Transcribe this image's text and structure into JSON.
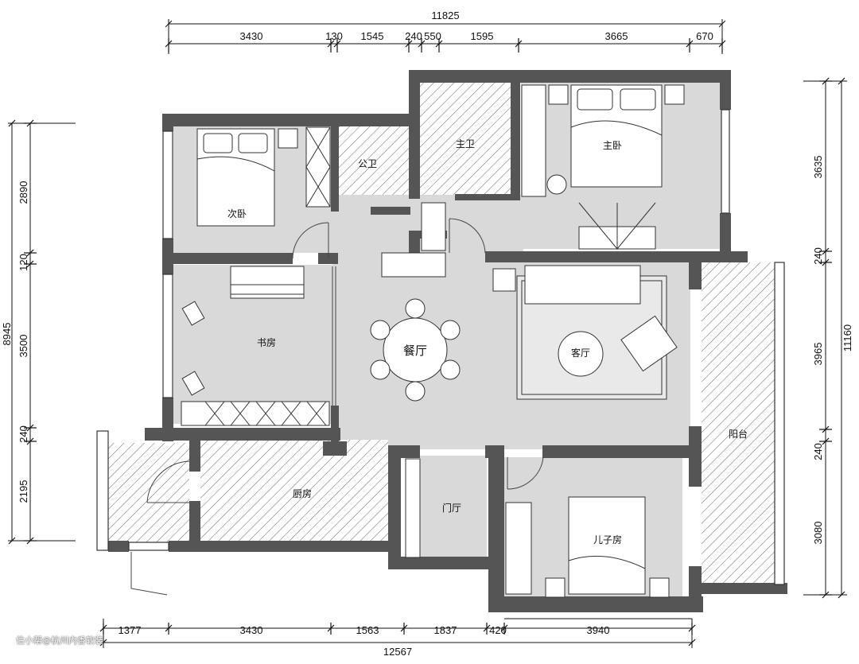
{
  "rooms": {
    "second_bedroom": "次卧",
    "public_bath": "公卫",
    "master_bath": "主卫",
    "master_bedroom": "主卧",
    "study": "书房",
    "dining": "餐厅",
    "living": "客厅",
    "balcony": "阳台",
    "kitchen": "厨房",
    "foyer": "门厅",
    "son_room": "儿子房"
  },
  "dimensions": {
    "top_total": "11825",
    "top": [
      "3430",
      "130",
      "1545",
      "240",
      "550",
      "1595",
      "3665",
      "670"
    ],
    "bottom": [
      "1377",
      "3430",
      "1563",
      "1837",
      "420",
      "3940"
    ],
    "bottom_total": "12567",
    "left_total": "8945",
    "left": [
      "2890",
      "120",
      "3500",
      "240",
      "2195"
    ],
    "right_total": "11160",
    "right": [
      "3635",
      "240",
      "3965",
      "240",
      "3080"
    ]
  },
  "watermark": "住小帮@杭州内香软装"
}
